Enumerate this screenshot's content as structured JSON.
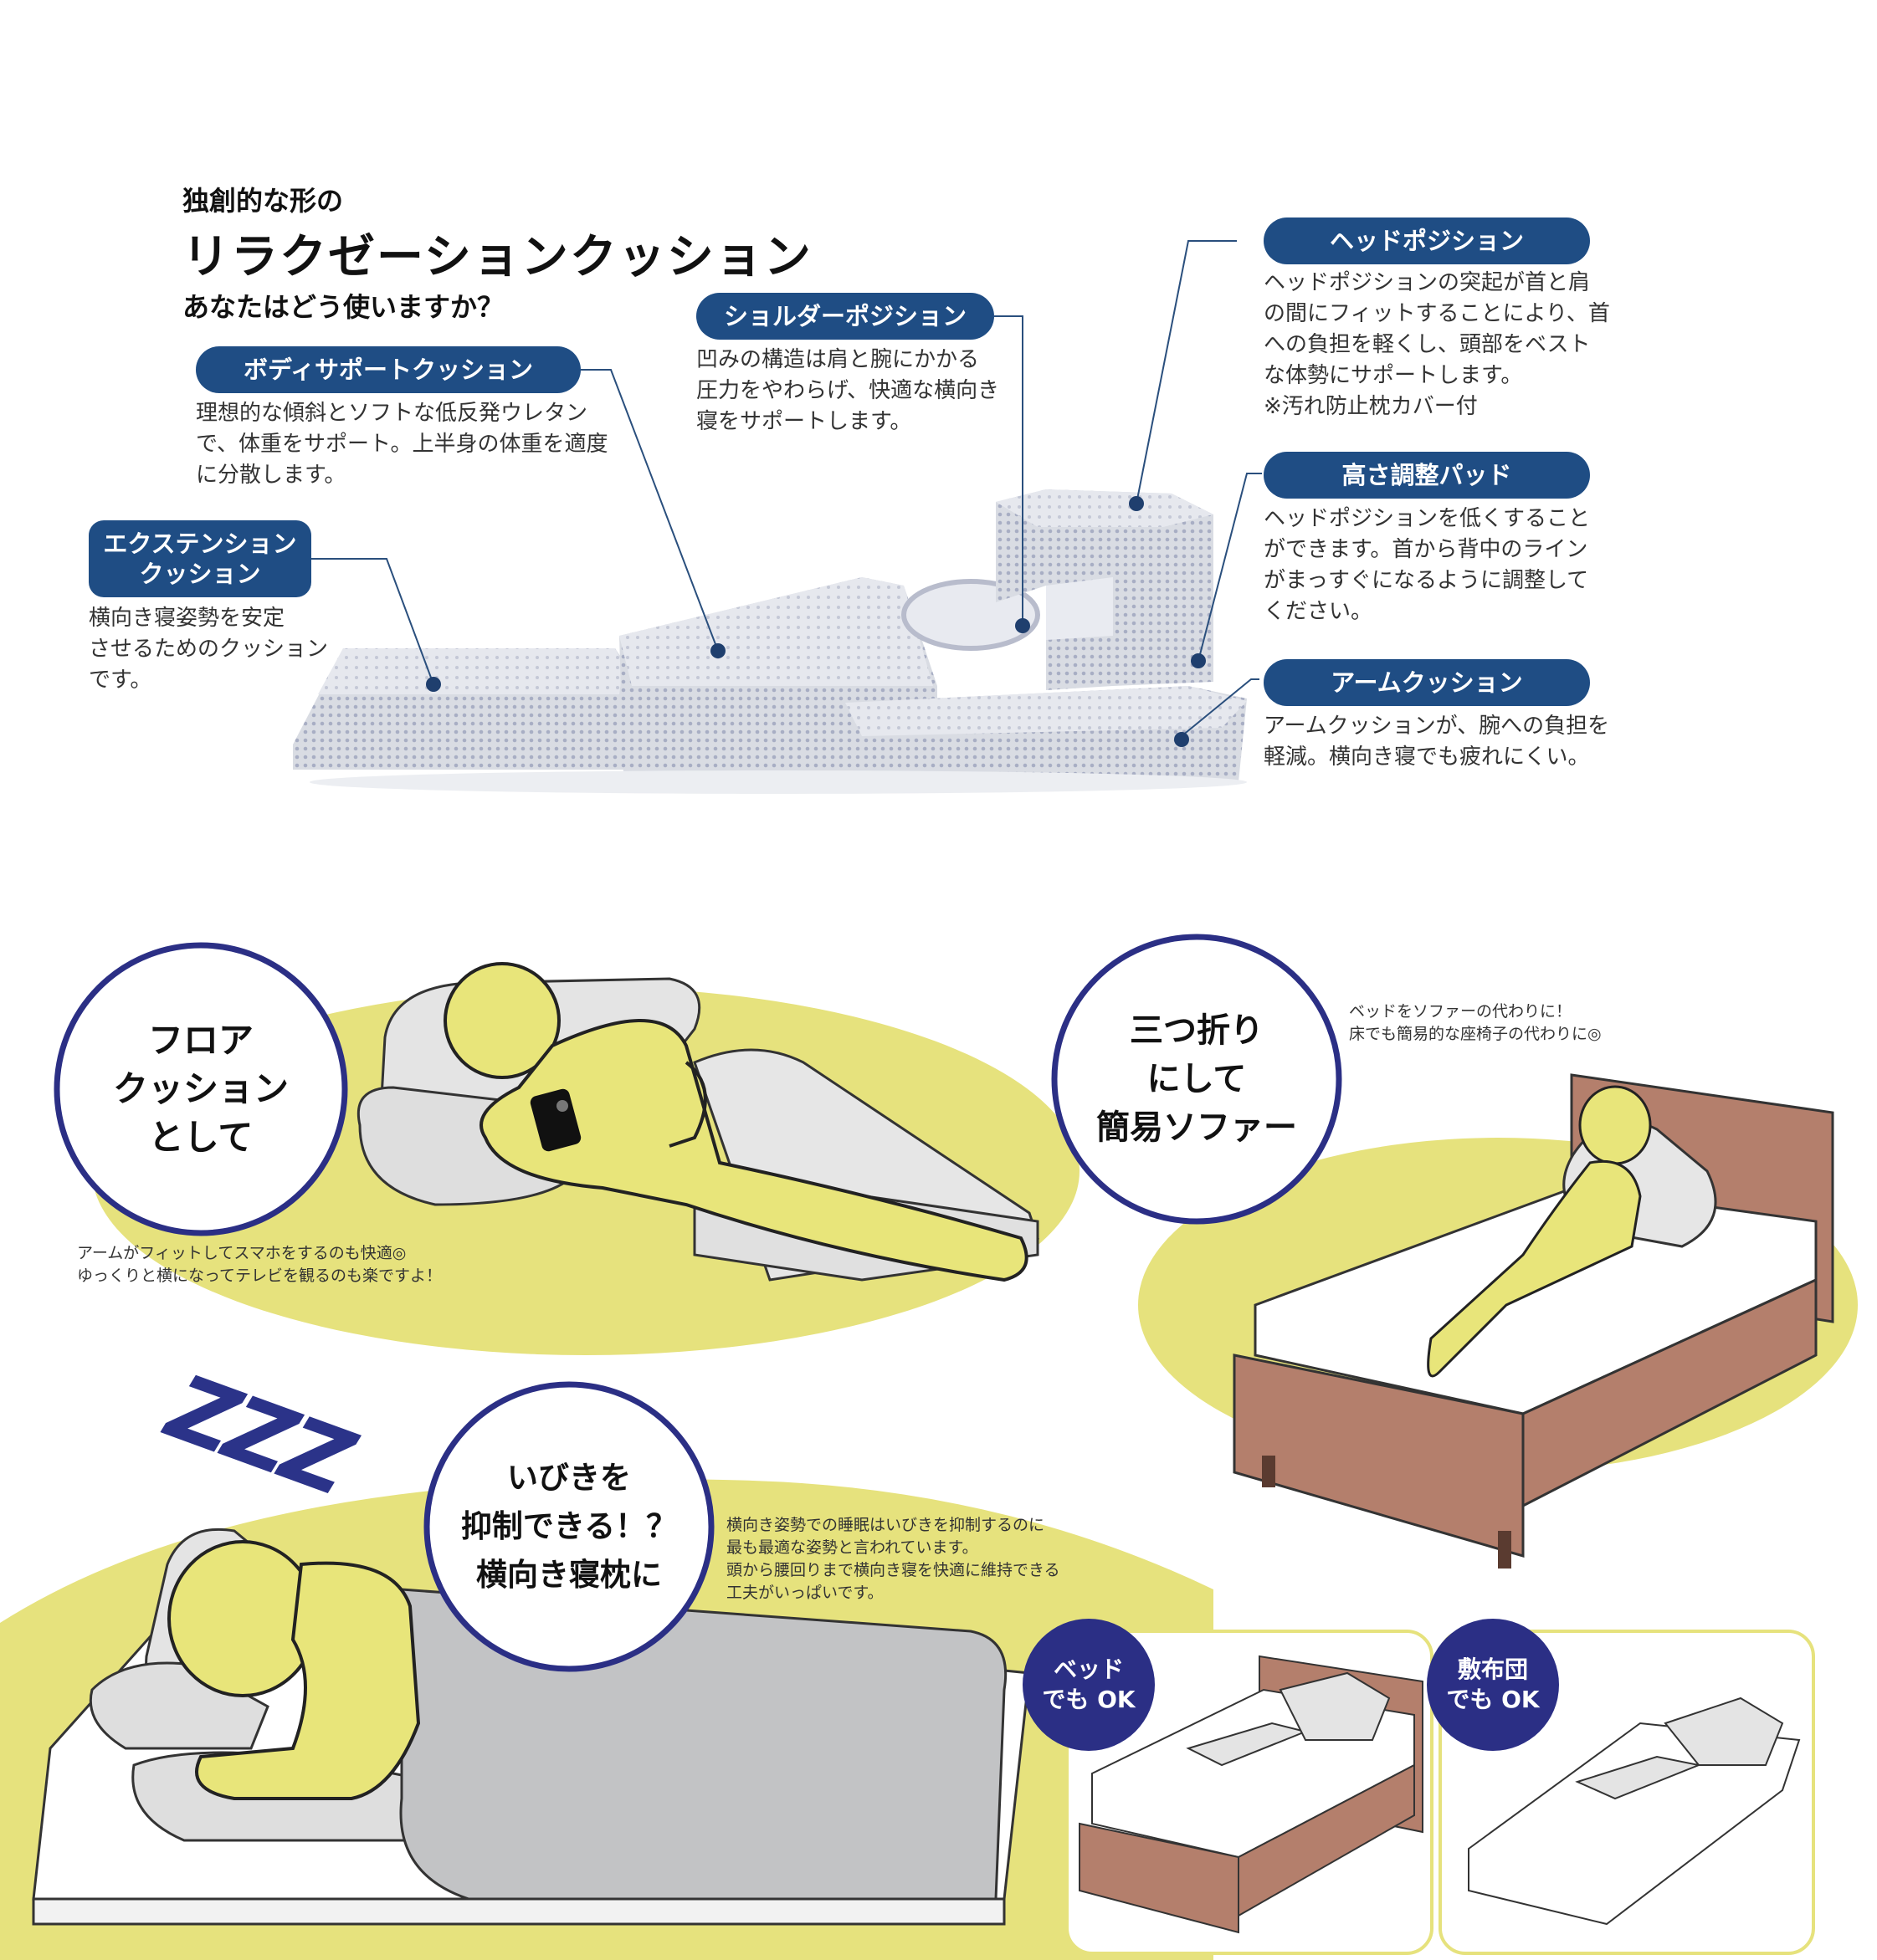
{
  "header": {
    "line1": "独創的な形の",
    "line2": "リラクゼーションクッション",
    "line3": "あなたはどう使いますか？"
  },
  "features": [
    {
      "id": "head",
      "label": "ヘッドポジション",
      "desc": "ヘッドポジションの突起が首と肩\nの間にフィットすることにより、首\nへの負担を軽くし、頭部をベスト\nな体勢にサポートします。\n※汚れ防止枕カバー付"
    },
    {
      "id": "shoulder",
      "label": "ショルダーポジション",
      "desc": "凹みの構造は肩と腕にかかる\n圧力をやわらげ、快適な横向き\n寝をサポートします。"
    },
    {
      "id": "body",
      "label": "ボディサポートクッション",
      "desc": "理想的な傾斜とソフトな低反発ウレタン\nで、体重をサポート。上半身の体重を適度\nに分散します。"
    },
    {
      "id": "extension",
      "label": "エクステンション\nクッション",
      "desc": "横向き寝姿勢を安定\nさせるためのクッション\nです。"
    },
    {
      "id": "height",
      "label": "高さ調整パッド",
      "desc": "ヘッドポジションを低くすること\nができます。首から背中のライン\nがまっすぐになるように調整して\nください。"
    },
    {
      "id": "arm",
      "label": "アームクッション",
      "desc": "アームクッションが、腕への負担を\n軽減。横向き寝でも疲れにくい。"
    }
  ],
  "scenes": {
    "floor": {
      "circle": "フロア\nクッション\nとして",
      "note": "アームがフィットしてスマホをするのも快適◎\nゆっくりと横になってテレビを観るのも楽ですよ！"
    },
    "sofa": {
      "circle": "三つ折り\nにして\n簡易ソファー",
      "note": "ベッドをソファーの代わりに！\n床でも簡易的な座椅子の代わりに◎"
    },
    "snore": {
      "zzz": "ZZZ",
      "circle": "いびきを\n抑制できる！？\n横向き寝枕に",
      "note": "横向き姿勢での睡眠はいびきを抑制するのに\n最も最適な姿勢と言われています。\n頭から腰回りまで横向き寝を快適に維持できる\n工夫がいっぱいです。"
    },
    "bed": {
      "badge": "ベッド\nでも OK"
    },
    "futon": {
      "badge": "敷布団\nでも OK"
    }
  },
  "colors": {
    "accent_navy": "#1f4d84",
    "circle_ring": "#2b2f85",
    "highlight_yellow": "#e6e27d",
    "figure_yellow": "#e8e57a",
    "bed_wood": "#b47f6c"
  }
}
